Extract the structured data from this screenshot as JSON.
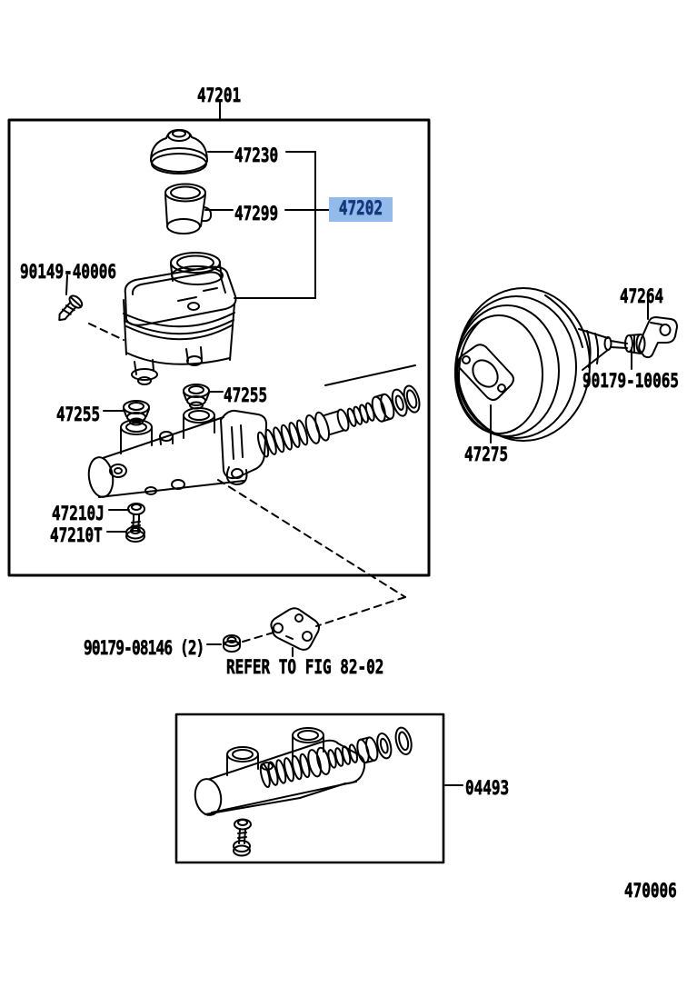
{
  "figure": {
    "code": "470006"
  },
  "colors": {
    "background": "#FFFFFF",
    "line": "#000000",
    "highlight_bg": "#92BBEB",
    "highlight_text": "#16387A"
  },
  "notes": {
    "refer": "REFER TO FIG 82-02"
  },
  "parts": {
    "assembly": {
      "number": "47201"
    },
    "cap": {
      "number": "47230"
    },
    "filter": {
      "number": "47299"
    },
    "reservoir": {
      "number": "47202",
      "highlighted": true
    },
    "screw": {
      "number": "90149-40006"
    },
    "grommet_front": {
      "number": "47255"
    },
    "grommet_rear": {
      "number": "47255"
    },
    "gasket_j": {
      "number": "47210J"
    },
    "bolt_t": {
      "number": "47210T"
    },
    "clevis": {
      "number": "47264"
    },
    "clevis_locknut": {
      "number": "90179-10065"
    },
    "booster_gasket": {
      "number": "47275"
    },
    "mounting_nut": {
      "number": "90179-08146 (2)"
    },
    "repair_kit": {
      "number": "04493"
    }
  }
}
